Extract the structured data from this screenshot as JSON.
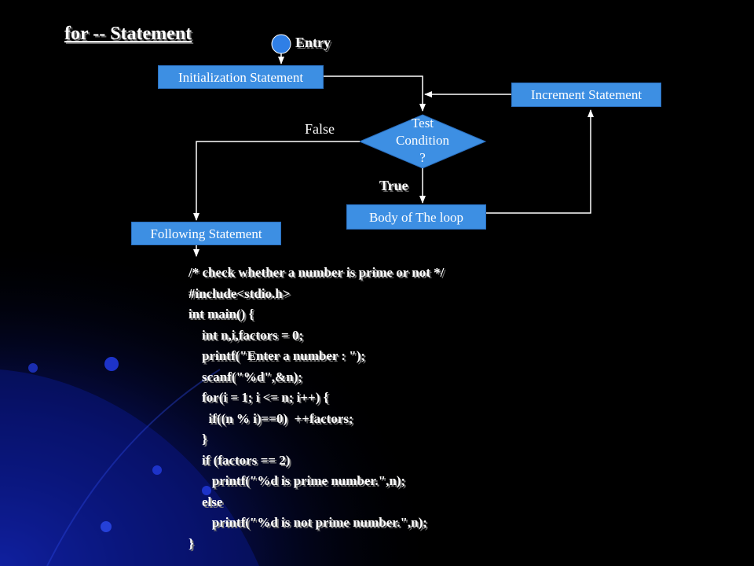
{
  "title": "for -- Statement",
  "flowchart": {
    "entry_label": "Entry",
    "init_box": "Initialization Statement",
    "increment_box": "Increment Statement",
    "condition": [
      "Test",
      "Condition",
      "?"
    ],
    "false_label": "False",
    "true_label": "True",
    "body_box": "Body of The loop",
    "following_box": "Following Statement"
  },
  "code_lines": [
    "/* check whether a number is prime or not */",
    "#include<stdio.h>",
    "int main() {",
    "    int n,i,factors = 0;",
    "    printf(\"Enter a number : \");",
    "    scanf(\"%d\",&n);",
    "    for(i = 1; i <= n; i++) {",
    "      if((n % i)==0)  ++factors;",
    "    }",
    "    if (factors == 2)",
    "       printf(\"%d is prime number.\",n);",
    "    else",
    "       printf(\"%d is not prime number.\",n);",
    "}"
  ],
  "colors": {
    "box_fill": "#3d8fe3",
    "entry_circle": "#2f7fe6",
    "background": "#000000",
    "decor_blue": "#0a1a8a"
  }
}
